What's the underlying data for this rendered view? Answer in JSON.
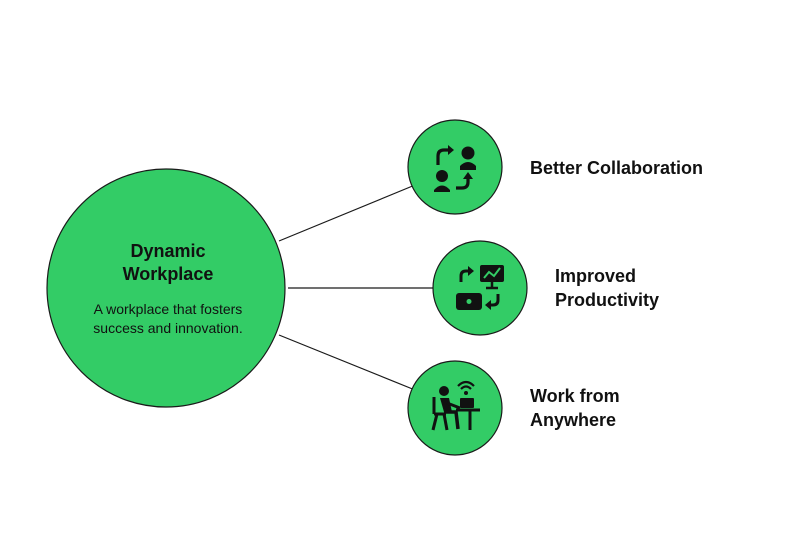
{
  "colors": {
    "node_fill": "#33cc66",
    "stroke": "#1a1a1a",
    "icon": "#111111",
    "text": "#111111"
  },
  "center": {
    "title_line1": "Dynamic",
    "title_line2": "Workplace",
    "desc_line1": "A workplace that fosters",
    "desc_line2": "success and innovation."
  },
  "branches": [
    {
      "line1": "Better Collaboration",
      "line2": "",
      "icon": "collaboration-exchange-icon"
    },
    {
      "line1": "Improved",
      "line2": "Productivity",
      "icon": "productivity-exchange-icon"
    },
    {
      "line1": "Work from",
      "line2": "Anywhere",
      "icon": "remote-work-icon"
    }
  ]
}
